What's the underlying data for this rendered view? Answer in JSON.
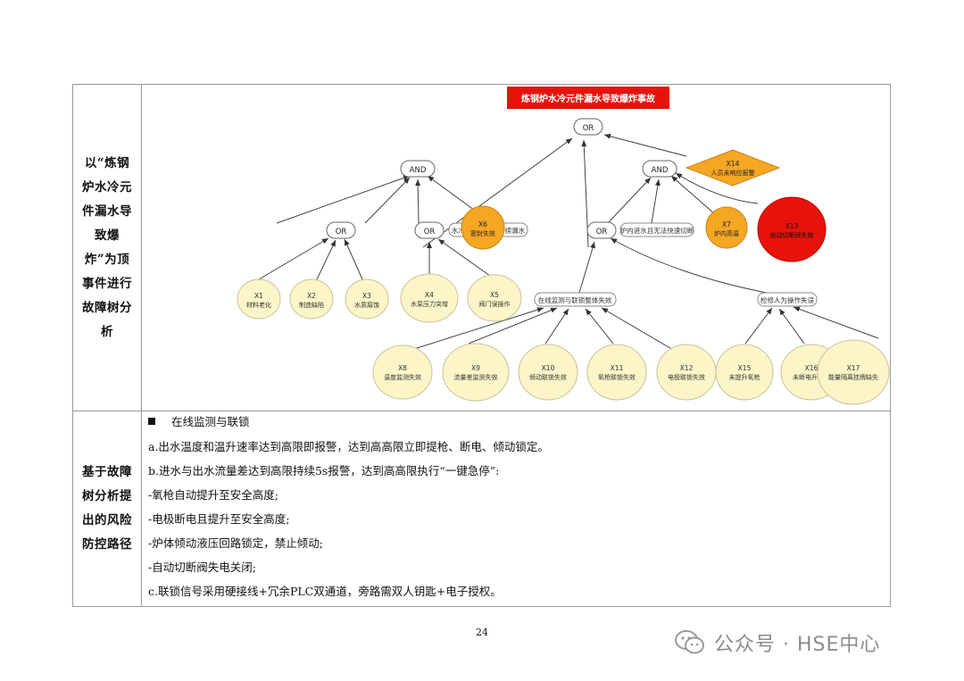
{
  "row1_label": "以“炼钢炉水冷元件漏水导致爆炸”为顶事件进行故障树分析",
  "row2_label": "基于故障树分析提出的风险防控路径",
  "fault_tree": {
    "top_event": "炼钢炉水冷元件漏水导致爆炸事故",
    "gates": {
      "or": "OR",
      "and": "AND"
    },
    "intermediate_events": {
      "i1": "水冷元件破裂并持续漏水",
      "i2": "炉内进水且无法快速切断",
      "i3": "在线监测与联锁整体失效",
      "i4": "检修人为操作失误"
    },
    "basic_events": [
      {
        "id": "X1",
        "label": "材料老化"
      },
      {
        "id": "X2",
        "label": "制造缺陷"
      },
      {
        "id": "X3",
        "label": "水质腐蚀"
      },
      {
        "id": "X4",
        "label": "水泵压力突增"
      },
      {
        "id": "X5",
        "label": "阀门误操作"
      },
      {
        "id": "X6",
        "label": "密封失效"
      },
      {
        "id": "X7",
        "label": "炉内高温"
      },
      {
        "id": "X8",
        "label": "温度监测失效"
      },
      {
        "id": "X9",
        "label": "流量差监测失效"
      },
      {
        "id": "X10",
        "label": "倾动联锁失效"
      },
      {
        "id": "X11",
        "label": "氧枪联锁失效"
      },
      {
        "id": "X12",
        "label": "电极联锁失效"
      },
      {
        "id": "X13",
        "label": "自动切断阀失效"
      },
      {
        "id": "X14",
        "label": "人员未响应报警"
      },
      {
        "id": "X15",
        "label": "未提升氧枪"
      },
      {
        "id": "X16",
        "label": "未断电升电极"
      },
      {
        "id": "X17",
        "label": "能量隔离挂牌缺失"
      }
    ],
    "colors": {
      "top_event_bg": "#e8120c",
      "basic_event_fill": "#fbf5c8",
      "key_event_fill": "#f5a623",
      "critical_event_fill": "#e8120c",
      "basic_event_stroke": "#c8c39a"
    }
  },
  "measures": {
    "heading": "在线监测与联锁",
    "lines": [
      "a.出水温度和温升速率达到高限即报警，达到高高限立即提枪、断电、倾动锁定。",
      "b.进水与出水流量差达到高限持续5s报警，达到高高限执行“一键急停”:",
      "-氧枪自动提升至安全高度;",
      "-电极断电且提升至安全高度;",
      "-炉体倾动液压回路锁定，禁止倾动;",
      "-自动切断阀失电关闭;",
      "c.联锁信号采用硬接线+冗余PLC双通道，旁路需双人钥匙+电子授权。"
    ]
  },
  "page_number": "24",
  "watermark": "公众号 · HSE中心"
}
